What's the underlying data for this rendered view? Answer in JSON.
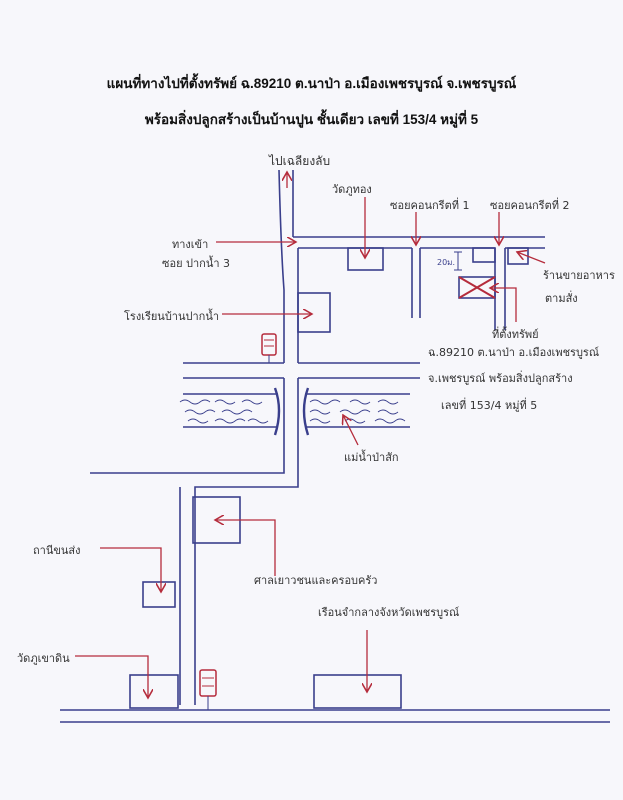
{
  "title": {
    "line1": "แผนที่ทางไปที่ตั้งทรัพย์  ฉ.89210  ต.นาป่า  อ.เมืองเพชรบูรณ์  จ.เพชรบูรณ์",
    "line2": "พร้อมสิ่งปลูกสร้างเป็นบ้านปูน ชั้นเดียว  เลขที่  153/4  หมู่ที่ 5"
  },
  "map": {
    "to_chaliang_lap": "ไปเฉลียงลับ",
    "wat_phu_thong": "วัดภูทอง",
    "soi_concrete_1": "ซอยคอนกรีตที่ 1",
    "soi_concrete_2": "ซอยคอนกรีตที่ 2",
    "entrance": "ทางเข้า",
    "soi_paknam": "ซอย ปากน้ำ 3",
    "school": "โรงเรียนบ้านปากน้ำ",
    "distance": "20ม.",
    "food_shop_1": "ร้านขายอาหาร",
    "food_shop_2": "ตามสั่ง",
    "property_label": "ที่ตั้งทรัพย์",
    "property_line1": "ฉ.89210 ต.นาป่า อ.เมืองเพชรบูรณ์",
    "property_line2": "จ.เพชรบูรณ์ พร้อมสิ่งปลูกสร้าง",
    "property_line3": "เลขที่ 153/4  หมู่ที่ 5",
    "river": "แม่น้ำป่าสัก",
    "bus_station": "ถานีขนส่ง",
    "juvenile_court": "ศาลเยาวชนและครอบครัว",
    "prison": "เรือนจำกลางจังหวัดเพชรบูรณ์",
    "wat_phu_khao_din": "วัดภูเขาดิน"
  },
  "colors": {
    "road": "#3a3f8c",
    "arrow": "#b52c3c"
  }
}
